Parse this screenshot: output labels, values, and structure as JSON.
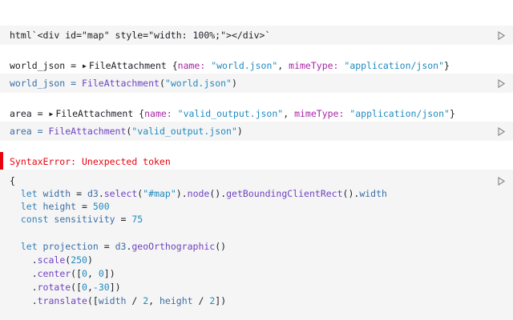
{
  "cells": {
    "c1": {
      "code": [
        "html`<div id=\"map\" style=\"width: 100%;\"></div>`"
      ]
    },
    "world_out": {
      "name": "world_json",
      "eq": " = ",
      "type": "FileAttachment",
      "open": " {",
      "k1": "name: ",
      "v1": "\"world.json\"",
      "sep": ", ",
      "k2": "mimeType: ",
      "v2": "\"application/json\"",
      "close": "}"
    },
    "c2": {
      "pre": "world_json = ",
      "fn": "FileAttachment",
      "arg": "\"world.json\"",
      "post": ")"
    },
    "area_out": {
      "name": "area",
      "eq": " = ",
      "type": "FileAttachment",
      "open": " {",
      "k1": "name: ",
      "v1": "\"valid_output.json\"",
      "sep": ", ",
      "k2": "mimeType: ",
      "v2": "\"application/json\"",
      "close": "}"
    },
    "c3": {
      "pre": "area = ",
      "fn": "FileAttachment",
      "arg": "\"valid_output.json\"",
      "post": ")"
    },
    "error": "SyntaxError: Unexpected token",
    "c4": {
      "l0": "{",
      "l1": {
        "a": "  let ",
        "b": "width",
        "c": " = ",
        "d": "d3",
        "e": ".",
        "f": "select",
        "g": "(",
        "h": "\"#map\"",
        "i": ").",
        "j": "node",
        "k": "().",
        "l": "getBoundingClientRect",
        "m": "().",
        "n": "width"
      },
      "l2": {
        "a": "  let ",
        "b": "height",
        "c": " = ",
        "d": "500"
      },
      "l3": {
        "a": "  const ",
        "b": "sensitivity",
        "c": " = ",
        "d": "75"
      },
      "l4": "",
      "l5": {
        "a": "  let ",
        "b": "projection",
        "c": " = ",
        "d": "d3",
        "e": ".",
        "f": "geoOrthographic",
        "g": "()"
      },
      "l6": {
        "a": "    .",
        "b": "scale",
        "c": "(",
        "d": "250",
        "e": ")"
      },
      "l7": {
        "a": "    .",
        "b": "center",
        "c": "([",
        "d": "0",
        "e": ", ",
        "f": "0",
        "g": "])"
      },
      "l8": {
        "a": "    .",
        "b": "rotate",
        "c": "([",
        "d": "0",
        "e": ",",
        "f": "-30",
        "g": "])"
      },
      "l9": {
        "a": "    .",
        "b": "translate",
        "c": "([",
        "d": "width",
        "e": " / ",
        "f": "2",
        "g": ", ",
        "h": "height",
        "i": " / ",
        "j": "2",
        "k": "])"
      }
    }
  }
}
